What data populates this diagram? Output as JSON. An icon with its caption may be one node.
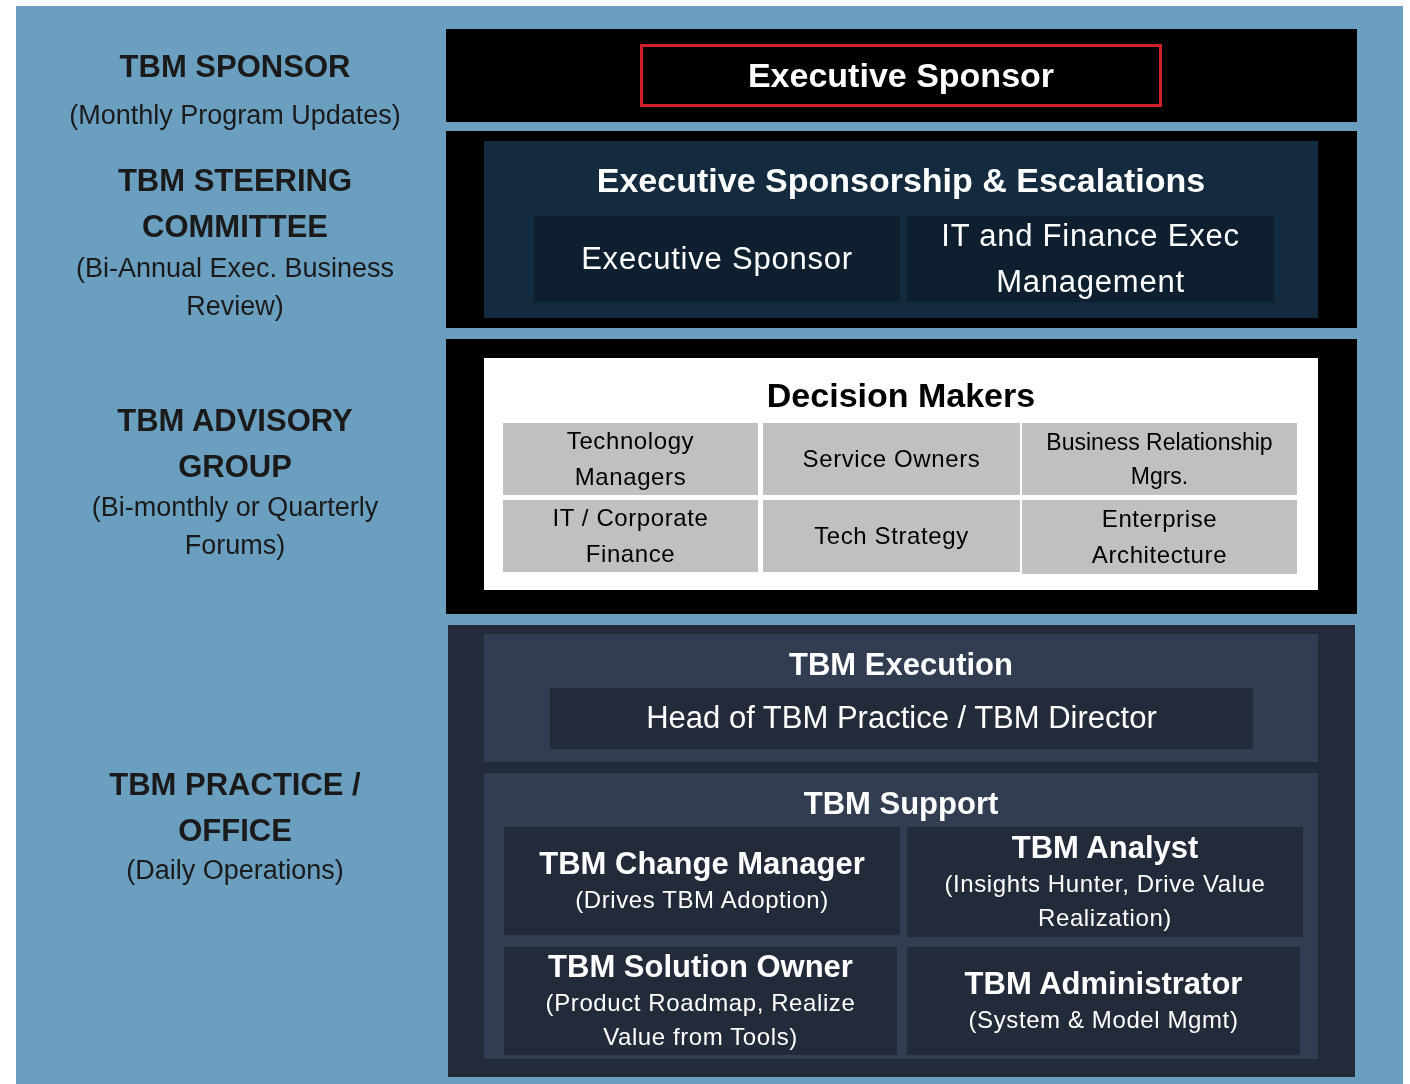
{
  "diagram": {
    "nodes": [
      {
        "text": [],
        "shape": "box"
      },
      {
        "text": [
          "Executive Sponsor"
        ],
        "in": 0
      },
      {
        "text": [],
        "shape": "box"
      },
      {
        "text": [
          "Executive Sponsorship & Escalations"
        ],
        "in": 2
      },
      {
        "text": [
          "Executive Sponsor"
        ],
        "in": 3
      },
      {
        "text": [
          "IT and Finance Exec Management"
        ],
        "in": 3
      },
      {
        "text": [],
        "shape": "box"
      },
      {
        "text": [
          "Decision Makers"
        ],
        "in": 6
      },
      {
        "text": [
          "Technology Managers"
        ],
        "in": 7
      },
      {
        "text": [
          "Service Owners"
        ],
        "in": 7
      },
      {
        "text": [
          "Business Relationship Mgrs."
        ],
        "in": 7
      },
      {
        "text": [
          "IT / Corporate Finance"
        ],
        "in": 7
      },
      {
        "text": [
          "Tech Strategy"
        ],
        "in": 7
      },
      {
        "text": [
          "Enterprise Architecture"
        ],
        "in": 7
      },
      {
        "text": [],
        "shape": "box"
      },
      {
        "text": [
          "TBM Execution"
        ],
        "in": 14
      },
      {
        "text": [
          "Head of TBM Practice / TBM Director"
        ],
        "in": 15
      },
      {
        "text": [
          "TBM Support"
        ],
        "in": 14
      },
      {
        "text": [
          "TBM Change Manager",
          "(Drives TBM Adoption)"
        ],
        "in": 17
      },
      {
        "text": [
          "TBM Analyst",
          "(Insights Hunter, Drive Value Realization)"
        ],
        "in": 17
      },
      {
        "text": [
          "TBM Solution Owner",
          "(Product Roadmap, Realize Value from Tools)"
        ],
        "in": 17
      },
      {
        "text": [
          "TBM Administrator",
          "(System & Model Mgmt)"
        ],
        "in": 17
      }
    ],
    "labels": [
      "TBM SPONSOR",
      "(Monthly Program Updates)",
      "TBM STEERING COMMITTEE",
      "(Bi-Annual Exec. Business Review)",
      "TBM ADVISORY GROUP",
      "(Bi-monthly or Quarterly Forums)",
      "TBM PRACTICE / OFFICE",
      "(Daily Operations)"
    ]
  }
}
